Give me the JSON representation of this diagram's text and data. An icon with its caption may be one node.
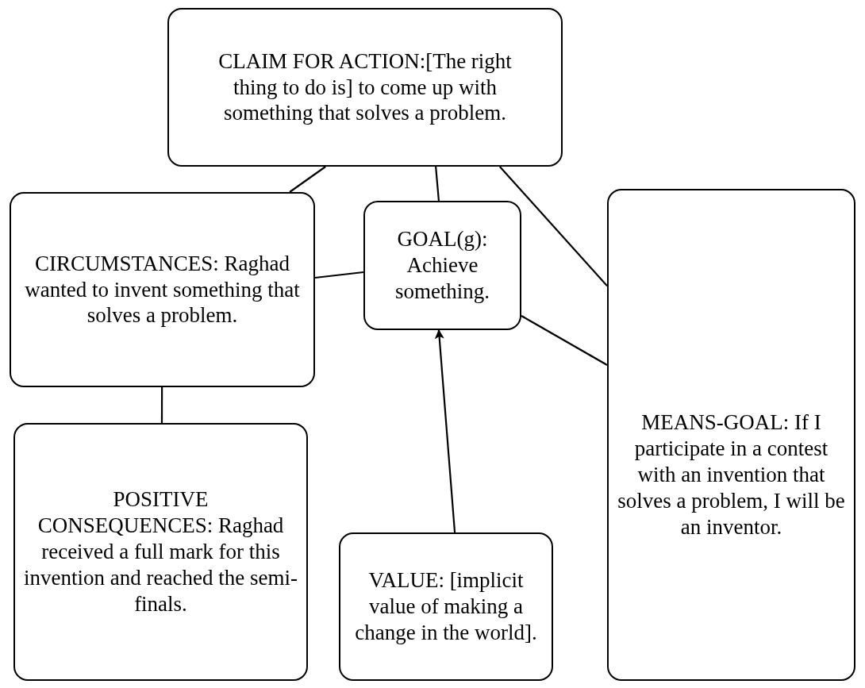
{
  "diagram": {
    "nodes": [
      {
        "text": [
          "CLAIM FOR ACTION:[The right thing to do is] to come up with something that solves a problem."
        ]
      },
      {
        "text": [
          "CIRCUMSTANCES: Raghad wanted to invent something that solves a problem."
        ]
      },
      {
        "text": [
          "GOAL(g): Achieve something."
        ]
      },
      {
        "text": [
          "MEANS-GOAL: If I participate in a contest with an invention that solves a problem, I will be an inventor."
        ]
      },
      {
        "text": [
          "POSITIVE CONSEQUENCES: Raghad received a full mark for this invention and reached the semi-finals."
        ]
      },
      {
        "text": [
          "VALUE: [implicit value of making a change in the world]."
        ]
      }
    ],
    "edges": [
      {
        "from": 0,
        "to": 1,
        "arrow": "none"
      },
      {
        "from": 0,
        "to": 2,
        "arrow": "none"
      },
      {
        "from": 0,
        "to": 3,
        "arrow": "none"
      },
      {
        "from": 1,
        "to": 2,
        "arrow": "none"
      },
      {
        "from": 2,
        "to": 3,
        "arrow": "none"
      },
      {
        "from": 1,
        "to": 4,
        "arrow": "none"
      },
      {
        "from": 5,
        "to": 2,
        "arrow": "to"
      }
    ]
  }
}
